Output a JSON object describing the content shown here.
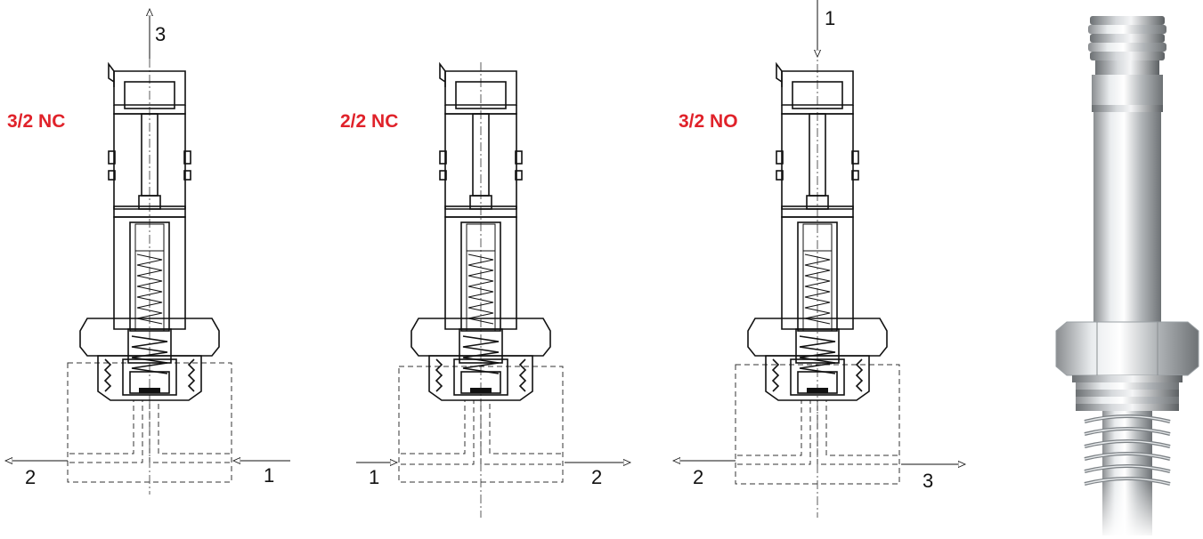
{
  "variants": [
    {
      "label": "3/2 NC",
      "ports": {
        "top": "3",
        "left": "2",
        "right": "1"
      },
      "top_arrow": "out",
      "left_arrow": "out",
      "right_arrow": "in"
    },
    {
      "label": "2/2 NC",
      "ports": {
        "left": "1",
        "right": "2"
      },
      "left_arrow": "in",
      "right_arrow": "out"
    },
    {
      "label": "3/2 NO",
      "ports": {
        "top": "1",
        "left": "2",
        "right": "3"
      },
      "top_arrow": "in",
      "left_arrow": "out",
      "right_arrow": "out"
    }
  ],
  "colors": {
    "label": "#e0222a",
    "block_fill": "#cfe8f5",
    "line": "#111111"
  },
  "photo": {
    "icon": "solenoid-armature-tube-photo"
  }
}
